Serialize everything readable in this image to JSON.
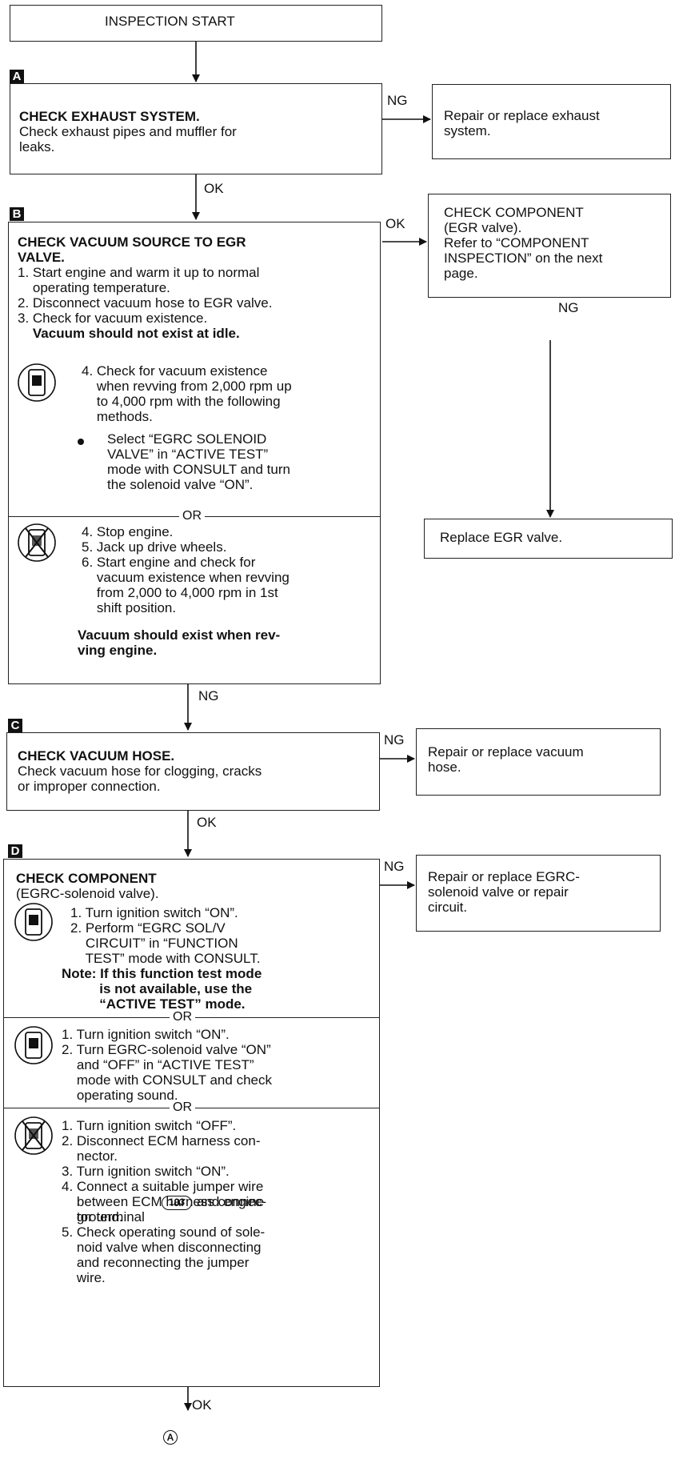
{
  "start": {
    "text": "INSPECTION START"
  },
  "steps": {
    "a": {
      "label": "A",
      "title": "CHECK EXHAUST SYSTEM.",
      "body": "Check exhaust pipes and muffler for\nleaks."
    },
    "b": {
      "label": "B",
      "title": "CHECK VACUUM SOURCE TO EGR\nVALVE.",
      "items": "1. Start engine and warm it up to normal\n    operating temperature.\n2. Disconnect vacuum hose to EGR valve.\n3. Check for vacuum existence.",
      "note1": "    Vacuum should not exist at idle.",
      "consult": "4. Check for vacuum existence\n    when revving from 2,000 rpm up\n    to 4,000 rpm with the following\n    methods.",
      "bullet": "Select “EGRC SOLENOID\nVALVE” in “ACTIVE TEST”\nmode with CONSULT and turn\nthe solenoid valve “ON”.",
      "or": "OR",
      "manual": "4. Stop engine.\n5. Jack up drive wheels.\n6. Start engine and check for\n    vacuum existence when revving\n    from 2,000 to 4,000 rpm in 1st\n    shift position.",
      "note2": "Vacuum should exist when rev-\nving engine."
    },
    "c": {
      "label": "C",
      "title": "CHECK VACUUM HOSE.",
      "body": "Check vacuum hose for clogging, cracks\nor improper connection."
    },
    "d": {
      "label": "D",
      "title": "CHECK COMPONENT",
      "subtitle": "(EGRC-solenoid valve).",
      "m1": "1. Turn ignition switch “ON”.\n2. Perform “EGRC SOL/V\n    CIRCUIT” in “FUNCTION\n    TEST” mode with CONSULT.",
      "note": "Note: If this function test mode\n          is not available, use the\n          “ACTIVE TEST” mode.",
      "or1": "OR",
      "m2": "1. Turn ignition switch “ON”.\n2. Turn EGRC-solenoid valve “ON”\n    and “OFF” in “ACTIVE TEST”\n    mode with CONSULT and check\n    operating sound.",
      "or2": "OR",
      "m3a": "1. Turn ignition switch “OFF”.\n2. Disconnect ECM harness con-\n    nector.\n3. Turn ignition switch “ON”.\n4. Connect a suitable jumper wire\n    between ECM harness connec-\n    tor terminal",
      "terminal": "103",
      "m3b": "and engine",
      "m3c": "    ground.\n5. Check operating sound of sole-\n    noid valve when disconnecting\n    and reconnecting the jumper\n    wire."
    }
  },
  "results": {
    "a_ng": "Repair or replace exhaust\nsystem.",
    "b_ok": "CHECK COMPONENT\n(EGR valve).\nRefer to “COMPONENT\nINSPECTION” on the next\npage.",
    "b_ng": "Replace EGR valve.",
    "c_ng": "Repair or replace vacuum\nhose.",
    "d_ng": "Repair or replace EGRC-\nsolenoid valve or repair\ncircuit."
  },
  "flow": {
    "ng": "NG",
    "ok": "OK",
    "connector": "A"
  },
  "icons": [
    "consult-icon",
    "no-consult-icon"
  ]
}
